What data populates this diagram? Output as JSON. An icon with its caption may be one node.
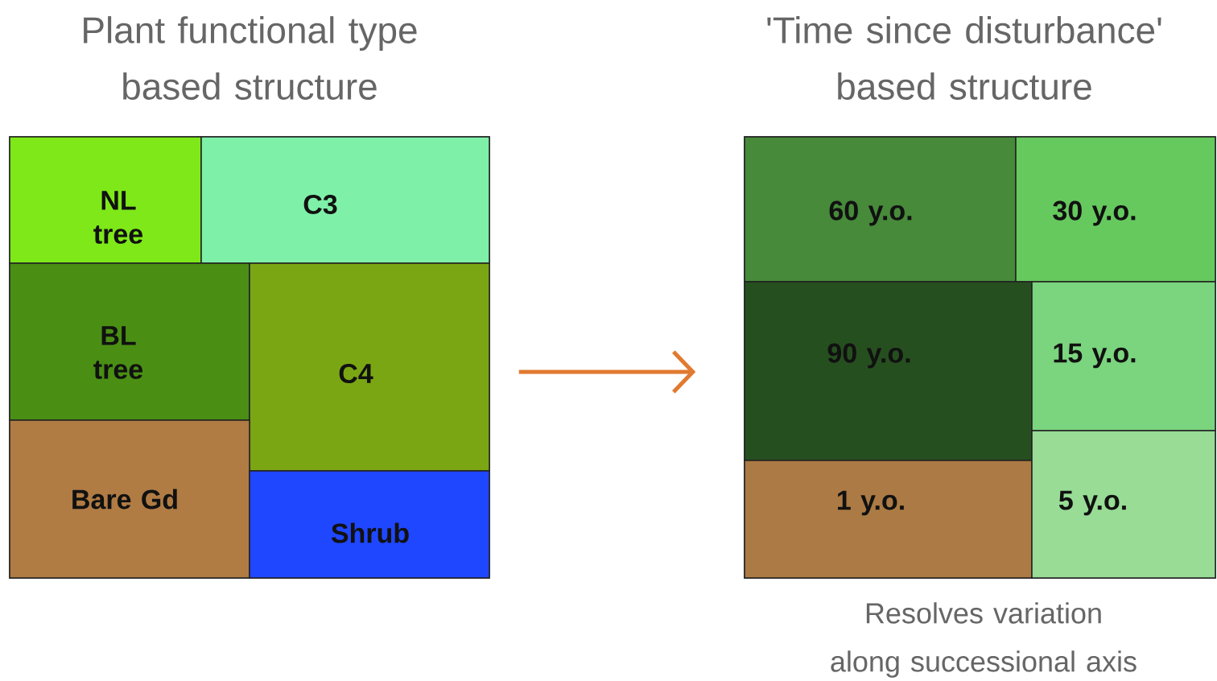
{
  "diagram": {
    "nodes": [
      {
        "text": [
          "Plant functional type based structure"
        ]
      },
      {
        "text": [
          "NL tree"
        ],
        "in": 0
      },
      {
        "text": [
          "C3"
        ],
        "in": 0
      },
      {
        "text": [
          "BL tree"
        ],
        "in": 0
      },
      {
        "text": [
          "C4"
        ],
        "in": 0
      },
      {
        "text": [
          "Bare Gd"
        ],
        "in": 0
      },
      {
        "text": [
          "Shrub"
        ],
        "in": 0
      },
      {
        "text": [
          "'Time since disturbance' based structure"
        ],
        "beside": [
          "Resolves variation along successional axis"
        ]
      },
      {
        "text": [
          "60 y.o."
        ],
        "in": 7
      },
      {
        "text": [
          "30 y.o."
        ],
        "in": 7
      },
      {
        "text": [
          "90 y.o."
        ],
        "in": 7
      },
      {
        "text": [
          "15 y.o."
        ],
        "in": 7
      },
      {
        "text": [
          "1 y.o."
        ],
        "in": 7
      },
      {
        "text": [
          "5 y.o."
        ],
        "in": 7
      }
    ],
    "edges": [
      {
        "from": 0,
        "to": 7,
        "arrow": "to",
        "color": "#e07a30"
      }
    ]
  }
}
